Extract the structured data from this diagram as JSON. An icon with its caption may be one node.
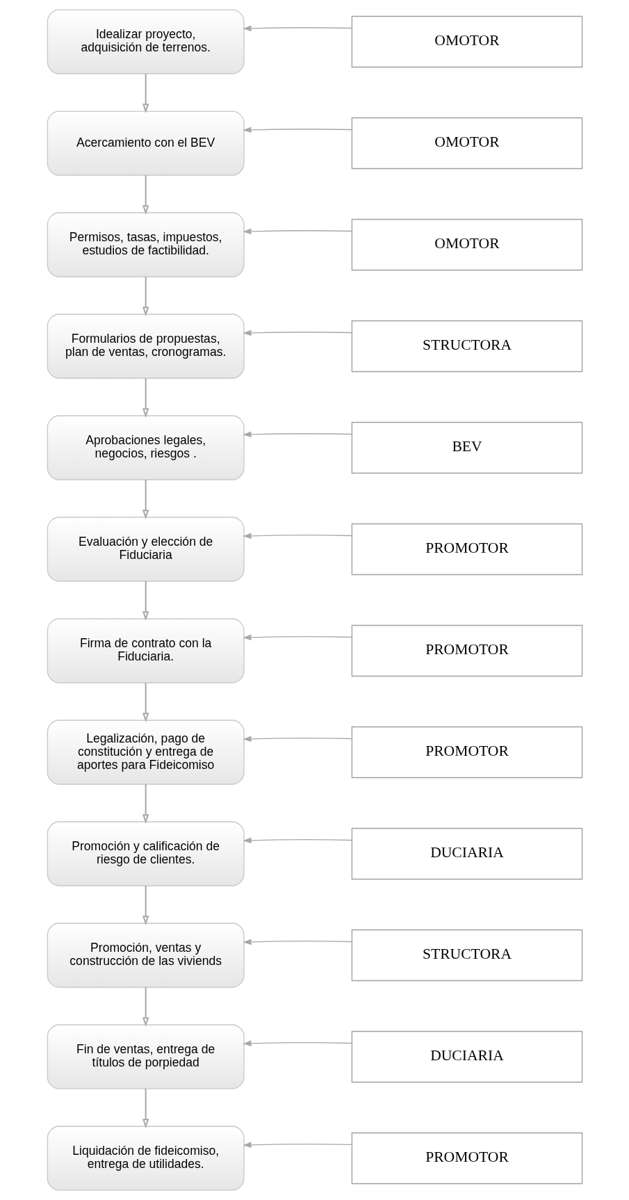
{
  "diagram": {
    "nodes": [
      {
        "text": [
          "Idealizar proyecto, adquisición de terrenos."
        ]
      },
      {
        "text": [
          "OMOTOR"
        ]
      },
      {
        "text": [
          "Acercamiento con el BEV"
        ]
      },
      {
        "text": [
          "OMOTOR"
        ]
      },
      {
        "text": [
          "Permisos, tasas, impuestos, estudios de factibilidad."
        ]
      },
      {
        "text": [
          "OMOTOR"
        ]
      },
      {
        "text": [
          "Formularios de propuestas, plan de ventas, cronogramas."
        ]
      },
      {
        "text": [
          "STRUCTORA"
        ]
      },
      {
        "text": [
          "Aprobaciones legales, negocios, riesgos ."
        ]
      },
      {
        "text": [
          "BEV"
        ]
      },
      {
        "text": [
          "Evaluación y elección de Fiduciaria"
        ]
      },
      {
        "text": [
          "PROMOTOR"
        ]
      },
      {
        "text": [
          "Firma de contrato con la Fiduciaria."
        ]
      },
      {
        "text": [
          "PROMOTOR"
        ]
      },
      {
        "text": [
          "Legalización, pago de constitución y entrega de aportes para Fideicomiso"
        ]
      },
      {
        "text": [
          "PROMOTOR"
        ]
      },
      {
        "text": [
          "Promoción y calificación de riesgo de clientes."
        ]
      },
      {
        "text": [
          "DUCIARIA"
        ]
      },
      {
        "text": [
          "Promoción, ventas y construcción de las viviends"
        ]
      },
      {
        "text": [
          "STRUCTORA"
        ]
      },
      {
        "text": [
          "Fin de ventas, entrega de títulos de porpiedad"
        ]
      },
      {
        "text": [
          "DUCIARIA"
        ]
      },
      {
        "text": [
          "Liquidación de fideicomiso, entrega de utilidades."
        ]
      },
      {
        "text": [
          "PROMOTOR"
        ]
      }
    ],
    "edges": [
      {
        "from": 1,
        "to": 0,
        "arrow": "to"
      },
      {
        "from": 0,
        "to": 2,
        "arrow": "to"
      },
      {
        "from": 3,
        "to": 2,
        "arrow": "to"
      },
      {
        "from": 2,
        "to": 4,
        "arrow": "to"
      },
      {
        "from": 5,
        "to": 4,
        "arrow": "to"
      },
      {
        "from": 4,
        "to": 6,
        "arrow": "to"
      },
      {
        "from": 7,
        "to": 6,
        "arrow": "to"
      },
      {
        "from": 6,
        "to": 8,
        "arrow": "to"
      },
      {
        "from": 9,
        "to": 8,
        "arrow": "to"
      },
      {
        "from": 8,
        "to": 10,
        "arrow": "to"
      },
      {
        "from": 11,
        "to": 10,
        "arrow": "to"
      },
      {
        "from": 10,
        "to": 12,
        "arrow": "to"
      },
      {
        "from": 13,
        "to": 12,
        "arrow": "to"
      },
      {
        "from": 12,
        "to": 14,
        "arrow": "to"
      },
      {
        "from": 15,
        "to": 14,
        "arrow": "to"
      },
      {
        "from": 14,
        "to": 16,
        "arrow": "to"
      },
      {
        "from": 17,
        "to": 16,
        "arrow": "to"
      },
      {
        "from": 16,
        "to": 18,
        "arrow": "to"
      },
      {
        "from": 19,
        "to": 18,
        "arrow": "to"
      },
      {
        "from": 18,
        "to": 20,
        "arrow": "to"
      },
      {
        "from": 21,
        "to": 20,
        "arrow": "to"
      },
      {
        "from": 20,
        "to": 22,
        "arrow": "to"
      },
      {
        "from": 23,
        "to": 22,
        "arrow": "to"
      }
    ]
  }
}
